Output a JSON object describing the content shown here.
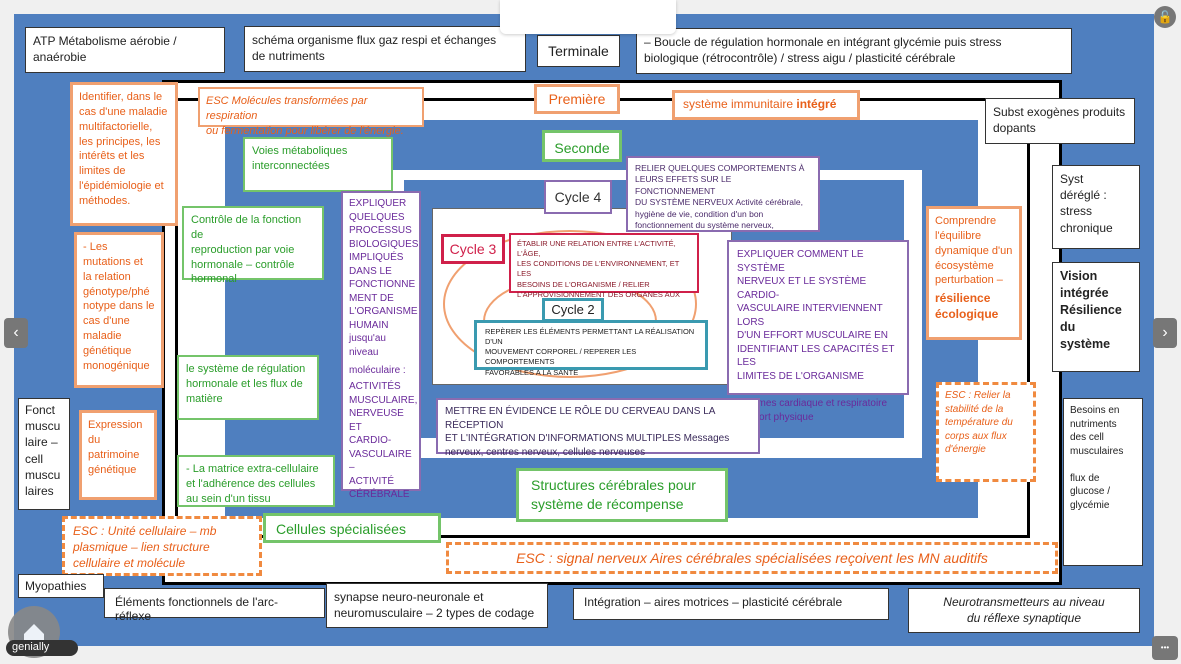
{
  "header": {
    "atp": "ATP Métabolisme aérobie /\nanaérobie",
    "schema": "schéma organisme flux  gaz respi et échanges\nde nutriments",
    "terminale": "Terminale",
    "boucle": "–              Boucle de régulation hormonale en intégrant  glycémie  puis  stress\nbiologique (rétrocontrôle) / stress aigu / plasticité cérébrale"
  },
  "premiere": {
    "label": "Première",
    "esc": "ESC  Molécules transformées par respiration\nou fermentation pour libérer de l'énergie.",
    "immunitaire_prefix": "système immunitaire ",
    "immunitaire_bold": "intégré"
  },
  "seconde": {
    "label": "Seconde"
  },
  "cycle4": {
    "label": "Cycle 4"
  },
  "cycle3": {
    "label": "Cycle 3"
  },
  "cycle2": {
    "label": "Cycle 2"
  },
  "left": {
    "identifier": "Identifier, dans le\ncas d'une maladie\nmultifactorielle,\nles principes, les\nintérêts et les\nlimites de\nl'épidémiologie  et\nméthodes.",
    "mutations": "- Les\nmutations et\nla relation\ngénotype/phé\nnotype dans le\ncas d'une\nmaladie\ngénétique\nmonogénique",
    "expression": "Expression\ndu\npatrimoine\ngénétique",
    "fonct": "Fonct\nmuscu\nlaire –\ncell\nmuscu\nlaires",
    "esc_unite": "ESC : Unité cellulaire – mb\nplasmique – lien structure\ncellulaire et molécule",
    "myopathies": "Myopathies"
  },
  "green": {
    "voies": "Voies métaboliques\ninterconnectées",
    "controle": "Contrôle de la fonction de\nreproduction par voie\nhormonale – contrôle\nhormonal",
    "systeme_regulation": "le système de régulation\nhormonale et les flux de\nmatière",
    "matrice": "- La matrice extra-cellulaire\net l'adhérence des cellules\nau sein d'un tissu",
    "cellules": "Cellules spécialisées",
    "structures": "Structures cérébrales pour\nsystème de récompense"
  },
  "purple": {
    "expliquer_processus": "EXPLIQUER\nQUELQUES\nPROCESSUS\nBIOLOGIQUES\nIMPLIQUÉS\nDANS LE\nFONCTIONNE\nMENT DE\nL'ORGANISME\nHUMAIN\njusqu'au\nniveau",
    "moleculaire": "moléculaire :",
    "activites": "ACTIVITÉS\nMUSCULAIRE,\nNERVEUSE ET\nCARDIO-\nVASCULAIRE –\nACTIVITÉ\nCÉRÉBRALE",
    "relier": "RELIER QUELQUES COMPORTEMENTS À\nLEURS EFFETS SUR LE FONCTIONNEMENT\nDU SYSTÈME NERVEUX Activité cérébrale,\nhygiène de vie, condition d'un bon\nfonctionnement du système nerveux,",
    "expliquer_systeme": "EXPLIQUER COMMENT LE SYSTÈME\nNERVEUX ET LE SYSTÈME CARDIO-\nVASCULAIRE INTERVIENNENT LORS\nD'UN EFFORT MUSCULAIRE EN\nIDENTIFIANT LES CAPACITÉS ET LES\nLIMITES DE L'ORGANISME",
    "rythmes": "Rythmes cardiaque et respiratoire\net effort physique",
    "mettre": "METTRE EN ÉVIDENCE LE RÔLE DU CERVEAU DANS LA RÉCEPTION\nET L'INTÉGRATION D'INFORMATIONS MULTIPLES Messages\nnerveux, centres nerveux, cellules nerveuses"
  },
  "red": {
    "etablir": "ÉTABLIR UNE RELATION ENTRE L'ACTIVITÉ, L'ÂGE,\nLES CONDITIONS DE L'ENVIRONNEMENT, ET LES\nBESOINS DE L'ORGANISME / RELIER\nL'APPROVISIONNEMENT DES ORGANES AUX"
  },
  "teal": {
    "reperer": "REPÈRER LES ÉLÉMENTS PERMETTANT LA RÉALISATION D'UN\nMOUVEMENT CORPOREL / REPERER LES COMPORTEMENTS\nFAVORABLES A LA SANTE"
  },
  "right": {
    "subst": "Subst exogènes produits\ndopants",
    "syst": "Syst\ndéréglé :\nstress\nchronique",
    "vision": "Vision\nintégrée\nRésilience\ndu\nsystème",
    "comprendre": "Comprendre\nl'équilibre\ndynamique d'un\nécosystème\nperturbation –",
    "resilience": "résilience\nécologique",
    "esc_relier": "ESC : Relier la\nstabilité de la\ntempérature du\ncorps aux flux\nd'énergie",
    "besoins": "Besoins en\nnutriments\ndes cell\nmusculaires\n\nflux de\nglucose  /\nglycémie"
  },
  "bottom": {
    "esc_signal": "ESC : signal nerveux Aires cérébrales spécialisées reçoivent les MN auditifs",
    "elements": "Éléments fonctionnels de l'arc-réflexe",
    "synapse": "synapse neuro-neuronale et\nneuromusculaire – 2 types  de codage",
    "integration": "Intégration – aires motrices – plasticité cérébrale",
    "neuro": "Neurotransmetteurs au niveau\ndu réflexe synaptique"
  },
  "viewer": {
    "prev": "‹",
    "next": "›",
    "more": "•••",
    "brand": "genially"
  },
  "colors": {
    "blue": "#4f7fbf",
    "orange": "#e8601a",
    "green": "#2a9d2a",
    "purple": "#6a2a9a",
    "red": "#d0204a",
    "teal": "#3a9ab0"
  }
}
